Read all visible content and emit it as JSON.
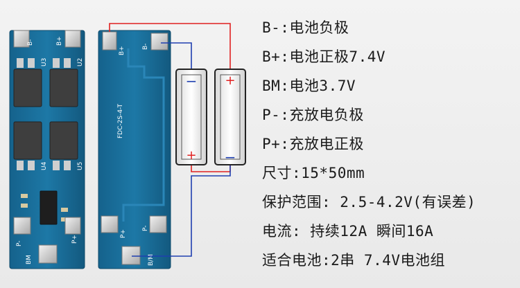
{
  "board_labels": {
    "left_b_minus": "B-",
    "left_b_plus": "B+",
    "left_p_plus": "P+",
    "left_p_minus": "P-",
    "left_bm": "BM",
    "u3": "U3",
    "u2": "U2",
    "u4": "U4",
    "u5": "U5",
    "right_b_plus": "B+",
    "right_b_minus": "B-",
    "model": "FDC-2S-4-T",
    "right_p_plus": "P+",
    "right_p_minus": "P-",
    "right_bm": "B/M"
  },
  "battery_signs": {
    "left_top": "−",
    "left_bottom": "+",
    "right_top": "+",
    "right_bottom": "−"
  },
  "specs": [
    "B-:电池负极",
    "B+:电池正极7.4V",
    "BM:电池3.7V",
    "P-:充放电负极",
    "P+:充放电正极",
    "尺寸:15*50mm",
    "保护范围: 2.5-4.2V(有误差)",
    "电流: 持续12A 瞬间16A",
    "适合电池:2串 7.4V电池组"
  ],
  "colors": {
    "background": "#eeeeee",
    "pcb": "#1a6f9b",
    "wire_red": "#e02020",
    "wire_blue": "#1f3fb0",
    "text": "#1a1a1a"
  }
}
